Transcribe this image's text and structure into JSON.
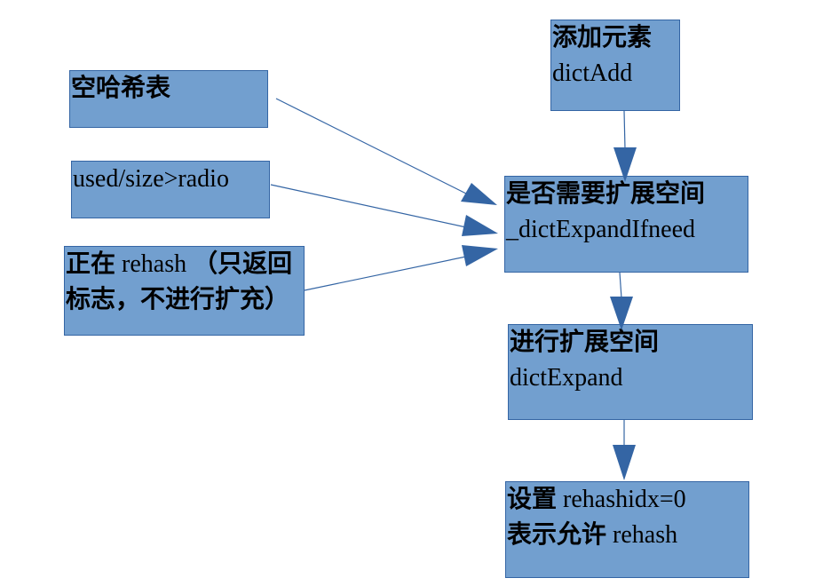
{
  "colors": {
    "box_fill": "#729fcf",
    "box_border": "#3465a4",
    "arrow": "#3465a4"
  },
  "nodes": {
    "empty_table": {
      "line1": "空哈希表"
    },
    "ratio": {
      "line1": "used/size>radio"
    },
    "rehashing": {
      "line1_cjk_a": "正在",
      "line1_latin": " rehash ",
      "line1_cjk_b": "（只返回",
      "line2": "标志，不进行扩充）"
    },
    "add": {
      "line1": "添加元素",
      "line2": "dictAdd"
    },
    "check": {
      "line1": "是否需要扩展空间",
      "line2": "_dictExpandIfneed"
    },
    "expand": {
      "line1": "进行扩展空间",
      "line2": "dictExpand"
    },
    "rehashidx": {
      "line1_cjk": "设置",
      "line1_latin": " rehashidx=0",
      "line2_cjk": "表示允许",
      "line2_latin": " rehash"
    }
  }
}
